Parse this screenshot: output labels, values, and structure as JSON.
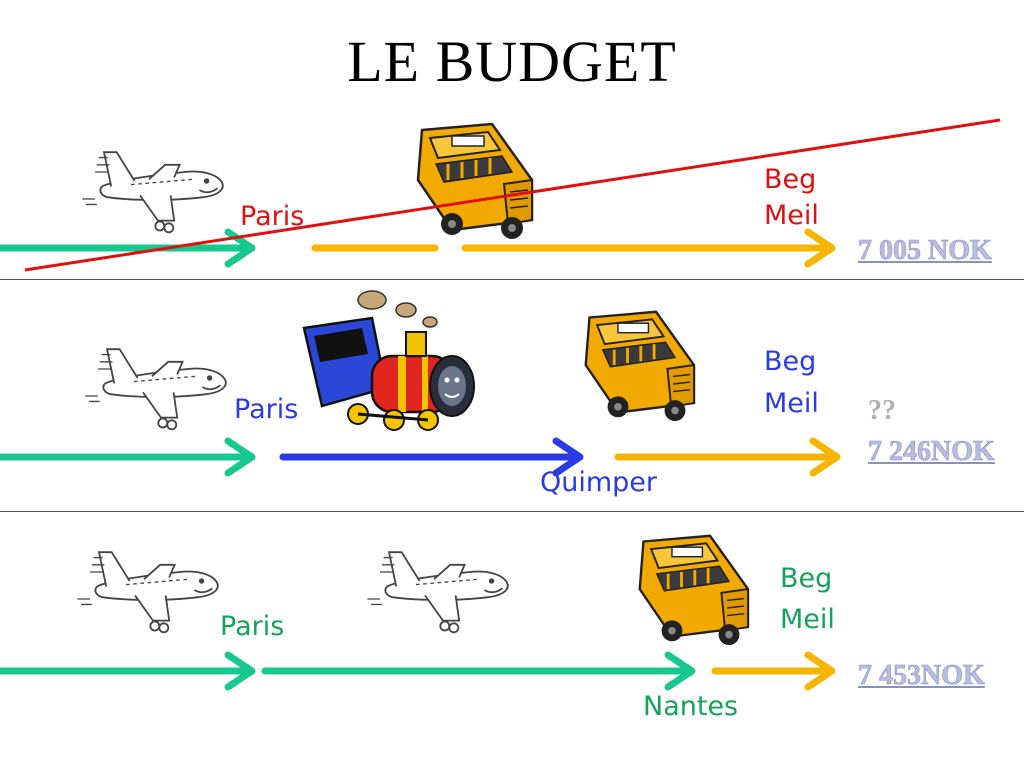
{
  "title": "LE BUDGET",
  "colors": {
    "plane": "#17c98f",
    "bus": "#f7b500",
    "train": "#2a3be6",
    "cross_out": "#e01010",
    "red_text": "#e01010",
    "blue_text": "#2a3be6",
    "green_text": "#14a35a",
    "price": "#b8bde0"
  },
  "icons": [
    "airplane-icon",
    "bus-icon",
    "train-icon"
  ],
  "rows": [
    {
      "origin": "Paris",
      "destination_line1": "Beg",
      "destination_line2": "Meil",
      "price": "7 005 NOK",
      "crossed_out": true
    },
    {
      "origin": "Paris",
      "via": "Quimper",
      "destination_line1": "Beg",
      "destination_line2": "Meil",
      "question": "??",
      "price": "7 246NOK"
    },
    {
      "origin": "Paris",
      "via": "Nantes",
      "destination_line1": "Beg",
      "destination_line2": "Meil",
      "price": "7 453NOK"
    }
  ]
}
